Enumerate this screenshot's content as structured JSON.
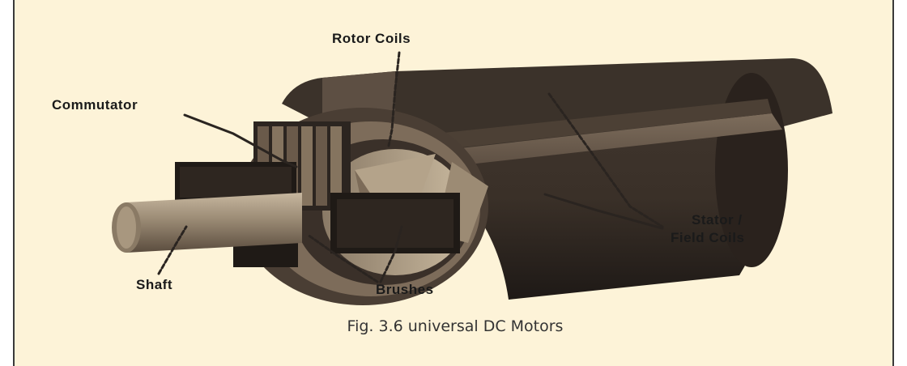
{
  "labels": {
    "rotor_coils": "Rotor Coils",
    "commutator": "Commutator",
    "stator_line1": "Stator /",
    "stator_line2": "Field Coils",
    "shaft": "Shaft",
    "brushes": "Brushes"
  },
  "caption": "Fig. 3.6 universal DC Motors",
  "colors": {
    "background": "#fdf3d8",
    "border": "#3a3a3a",
    "motor_dark": "#2e2620",
    "motor_mid": "#6b5a4a",
    "motor_light": "#a8977f",
    "label_text": "#1a1a1a"
  }
}
